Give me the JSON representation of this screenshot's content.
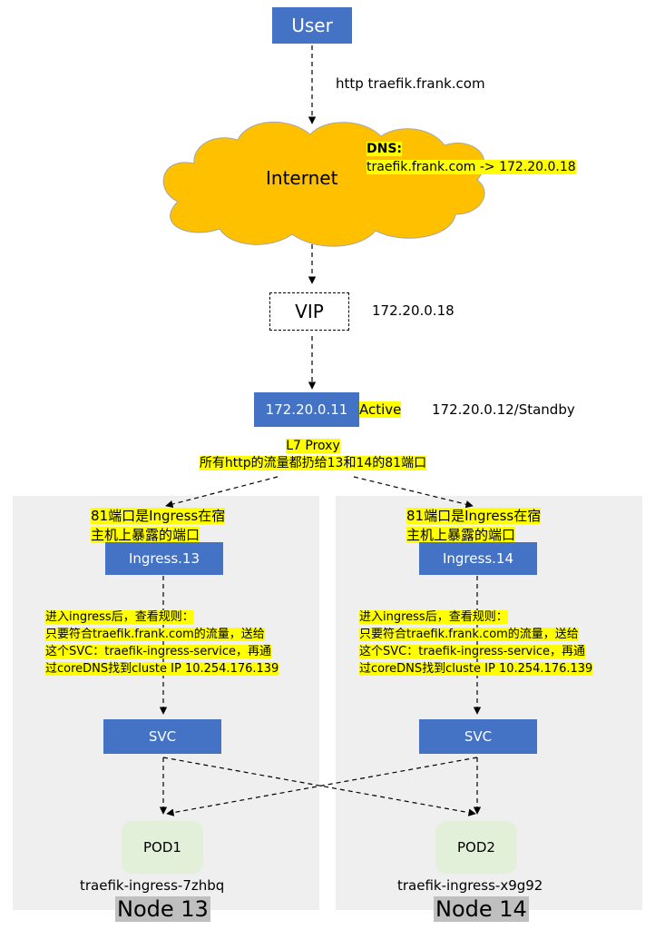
{
  "user": "User",
  "request": "http traefik.frank.com",
  "internet": {
    "label": "Internet",
    "dns_title": "DNS:",
    "dns_record": "traefik.frank.com -> 172.20.0.18"
  },
  "vip": {
    "label": "VIP",
    "ip": "172.20.0.18"
  },
  "proxy": {
    "active_ip": "172.20.0.11",
    "active_label": "Active",
    "standby": "172.20.0.12/Standby",
    "l7_label": "L7 Proxy",
    "forward_note": "所有http的流量都扔给13和14的81端口"
  },
  "nodes": [
    {
      "name": "Node 13",
      "port_note_line1": "81端口是Ingress在宿",
      "port_note_line2": "主机上暴露的端口",
      "ingress": "Ingress.13",
      "rule_lines": [
        "进入ingress后，查看规则：",
        "只要符合traefik.frank.com的流量，送给",
        "这个SVC：traefik-ingress-service，再通",
        "过coreDNS找到cluste IP 10.254.176.139"
      ],
      "svc": "SVC",
      "pod": "POD1",
      "pod_name": "traefik-ingress-7zhbq"
    },
    {
      "name": "Node 14",
      "port_note_line1": "81端口是Ingress在宿",
      "port_note_line2": "主机上暴露的端口",
      "ingress": "Ingress.14",
      "rule_lines": [
        "进入ingress后，查看规则：",
        "只要符合traefik.frank.com的流量，送给",
        "这个SVC：traefik-ingress-service，再通",
        "过coreDNS找到cluste IP 10.254.176.139"
      ],
      "svc": "SVC",
      "pod": "POD2",
      "pod_name": "traefik-ingress-x9g92"
    }
  ],
  "colors": {
    "box_blue": "#4472c4",
    "cloud": "#ffc000",
    "highlight": "#ffff00",
    "node_bg": "#efefef",
    "pod_bg": "#e2f0d9",
    "node_title_bg": "#bfbfbf"
  }
}
